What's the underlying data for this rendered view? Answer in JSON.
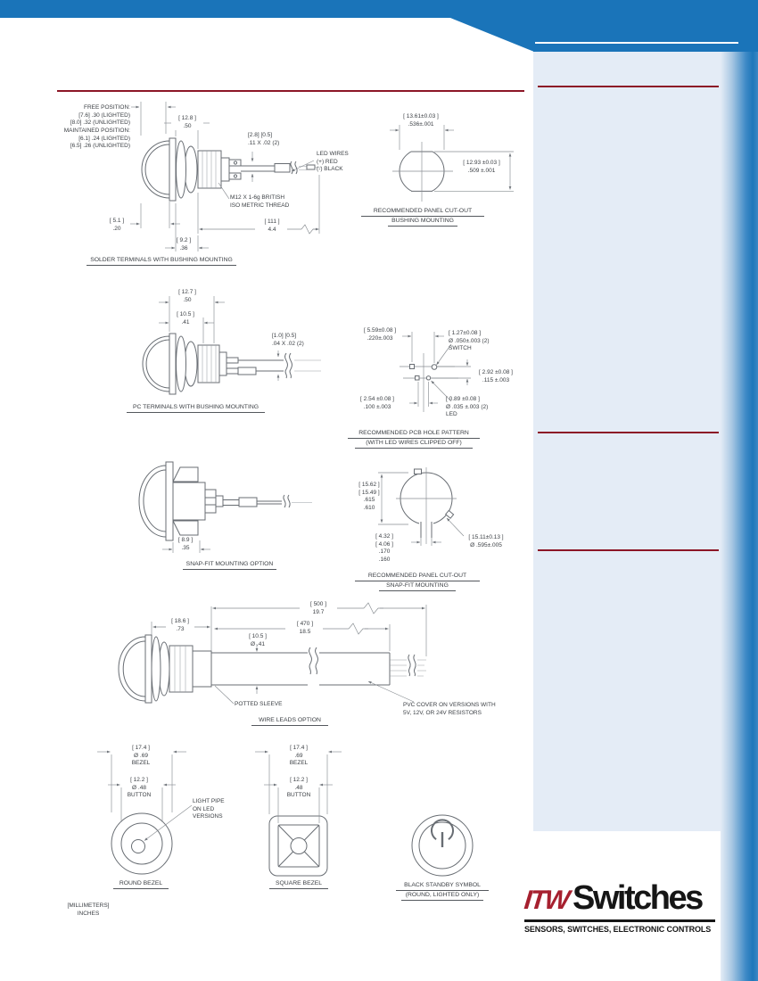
{
  "page": {
    "units_note": "[MILLIMETERS]\nINCHES"
  },
  "colors": {
    "band_blue": "#1a74b9",
    "panel_blue": "#e4ecf6",
    "rule_red": "#8c1626",
    "logo_red": "#a6202f",
    "drawing_line_gray": "#686d73"
  },
  "solder": {
    "free_position": "FREE POSITION:\n[7.6] .30 (LIGHTED)\n[8.0] .32 (UNLIGHTED)\nMAINTAINED POSITION:\n[6.1] .24 (LIGHTED)\n[6.5] .26 (UNLIGHTED)",
    "dim_width": "[ 12.8 ]\n.50",
    "dim_terminal": "[2.8]  [0.5]\n.11 X .02 (2)",
    "led_wires": "LED WIRES\n(+) RED\n(-) BLACK",
    "thread": "M12 X 1-6g BRITISH\nISO METRIC THREAD",
    "dim_front": "[ 5.1 ]\n.20",
    "dim_length": "[ 111 ]\n4.4",
    "dim_rear": "[ 9.2 ]\n.36",
    "caption": "SOLDER TERMINALS WITH BUSHING MOUNTING"
  },
  "bushing_cutout": {
    "dim_width": "[ 13.61±0.03 ]\n.536±.001",
    "dim_height": "[ 12.93 ±0.03 ]\n.509 ±.001",
    "caption_line1": "RECOMMENDED PANEL CUT-OUT",
    "caption_line2": "BUSHING MOUNTING"
  },
  "pc": {
    "dim_width": "[ 12.7 ]\n.50",
    "dim_inner": "[ 10.5 ]\n.41",
    "dim_terminal": "[1.0]  [0.5]\n.04  X .02 (2)",
    "caption": "PC TERMINALS WITH BUSHING MOUNTING"
  },
  "pcb": {
    "dim_spacing_top": "[ 5.59±0.08 ]\n.220±.003",
    "switch_holes": "[ 1.27±0.08 ]\nØ .050±.003  (2)\nSWITCH",
    "dim_vertical": "[ 2.92 ±0.08 ]\n.115 ±.003",
    "dim_spacing_bottom": "[ 2.54 ±0.08 ]\n.100 ±.003",
    "led_holes": "[ 0.89 ±0.08 ]\nØ .035 ±.003   (2)\nLED",
    "caption_line1": "RECOMMENDED PCB HOLE PATTERN",
    "caption_line2": "(WITH LED WIRES CLIPPED OFF)"
  },
  "snap": {
    "dim_depth": "[ 8.9 ]\n.35",
    "caption": "SNAP-FIT MOUNTING OPTION"
  },
  "snap_cutout": {
    "dim_height": "[ 15.62 ]\n[ 15.49 ]\n.615\n.610",
    "dim_slot": "[ 4.32 ]\n[ 4.06 ]\n.170\n.160",
    "dim_dia": "[ 15.11±0.13 ]\nØ .595±.005",
    "caption_line1": "RECOMMENDED PANEL CUT-OUT",
    "caption_line2": "SNAP-FIT MOUNTING"
  },
  "wire": {
    "dim_total": "[ 500 ]\n19.7",
    "dim_bezel": "[ 18.6 ]\n.73",
    "dim_sleeve": "[ 470 ]\n18.5",
    "dim_dia": "[ 10.5 ]\nØ .41",
    "potted_sleeve": "POTTED SLEEVE",
    "pvc_cover": "PVC COVER ON VERSIONS WITH\n5V, 12V, OR 24V RESISTORS",
    "caption": "WIRE LEADS OPTION"
  },
  "round_bezel": {
    "dim_bezel": "[ 17.4 ]\nØ .69\nBEZEL",
    "dim_button": "[ 12.2 ]\nØ .48\nBUTTON",
    "light_pipe": "LIGHT PIPE\nON LED\nVERSIONS",
    "caption": "ROUND BEZEL"
  },
  "square_bezel": {
    "dim_bezel": "[ 17.4 ]\n.69\nBEZEL",
    "dim_button": "[ 12.2 ]\n.48\nBUTTON",
    "caption": "SQUARE BEZEL"
  },
  "standby": {
    "caption_line1": "BLACK STANDBY SYMBOL",
    "caption_line2": "(ROUND, LIGHTED ONLY)"
  },
  "logo": {
    "itw": "ITW",
    "name": "Switches",
    "tagline": "SENSORS, SWITCHES, ELECTRONIC CONTROLS"
  }
}
